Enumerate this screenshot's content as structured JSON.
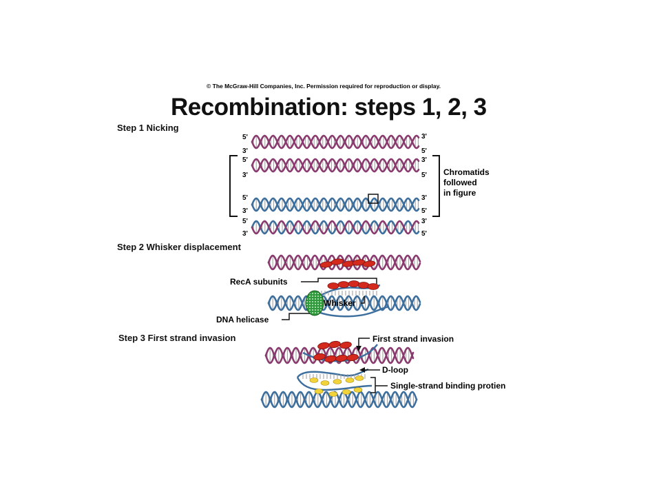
{
  "copyright": "© The McGraw-Hill Companies, Inc. Permission required for reproduction or display.",
  "title": "Recombination: steps 1, 2, 3",
  "colors": {
    "strand_purple": "#8a3a6e",
    "strand_blue": "#3c6e9e",
    "rung": "#999999",
    "reca": "#d42a1e",
    "helicase": "#2e9a3a",
    "ssb": "#f2d33a"
  },
  "step1": {
    "label": "Step 1 Nicking",
    "end_5": "5'",
    "end_3": "3'",
    "chromatids_label": [
      "Chromatids",
      "followed",
      "in figure"
    ]
  },
  "step2": {
    "label": "Step 2 Whisker displacement",
    "reca": "RecA subunits",
    "whisker": "Whisker",
    "helicase": "DNA helicase"
  },
  "step3": {
    "label": "Step 3 First strand invasion",
    "invasion": "First strand invasion",
    "dloop": "D-loop",
    "ssb": "Single-strand binding protien"
  }
}
